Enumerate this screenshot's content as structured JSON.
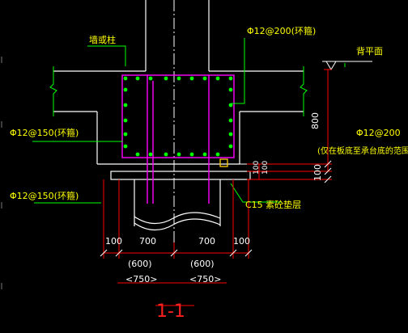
{
  "annotations": {
    "wall_column": "墙或柱",
    "top_hoop_rebar": "Φ12@200(环箍)",
    "ground_level": "背平面",
    "left_upper_rebar": "Φ12@150(环箍)",
    "right_rebar": "Φ12@200",
    "right_rebar_note": "(仅在板底至承台底的范围内)",
    "left_lower_rebar": "Φ12@150(环箍)",
    "cushion": "C15 素砼垫层",
    "section_title": "1-1"
  },
  "dimensions": {
    "depth_800": "800",
    "right_100_a": "100",
    "right_100_b": "100",
    "right_100_small": "100",
    "bottom": [
      "100",
      "700",
      "700",
      "100"
    ],
    "paren_600_left": "(600)",
    "paren_600_right": "(600)",
    "angle_750_left": "<750>",
    "angle_750_right": "<750>"
  },
  "colors": {
    "background": "#000000",
    "line_white": "#ffffff",
    "leader_green": "#00ff00",
    "rebar_magenta": "#ff00ff",
    "rebar_dot": "#00ff00",
    "dim_red": "#ff0000",
    "text_yellow": "#ffff00",
    "title_red": "#ff2020",
    "marker_orange": "#ffcc00"
  }
}
